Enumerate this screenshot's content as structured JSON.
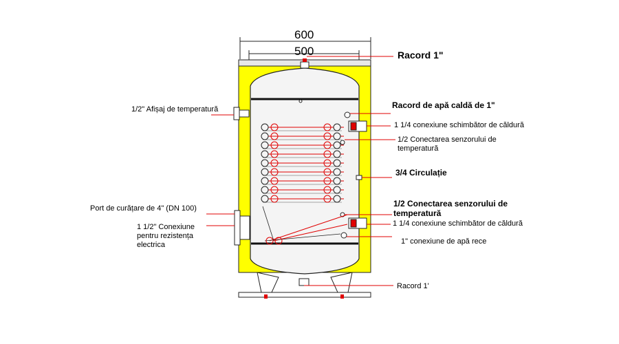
{
  "dimensions": {
    "outer_width": "600",
    "inner_width": "500"
  },
  "labels": {
    "racord_top": "Racord 1\"",
    "hot_water": "Racord de apă caldă de 1\"",
    "exchanger_upper": "1 1/4 conexiune schimbător de căldură",
    "sensor_upper": "1/2 Conectarea senzorului de temperatură",
    "circulation": "3/4 Circulație",
    "sensor_lower": "1/2 Conectarea senzorului de temperatură",
    "exchanger_lower": "1 1/4 conexiune schimbător de căldură",
    "cold_water": "1\" conexiune de apă rece",
    "racord_bottom": "Racord 1'",
    "temp_display": "1/2\" Afișaj de temperatură",
    "cleaning_port": "Port de curățare de 4\" (DN 100)",
    "heater_connection": "1 1/2\" Conexiune pentru rezistența electrica"
  },
  "colors": {
    "insulation": "#ffff00",
    "coil": "#e00000",
    "outline": "#222222",
    "leader": "#e00000"
  }
}
